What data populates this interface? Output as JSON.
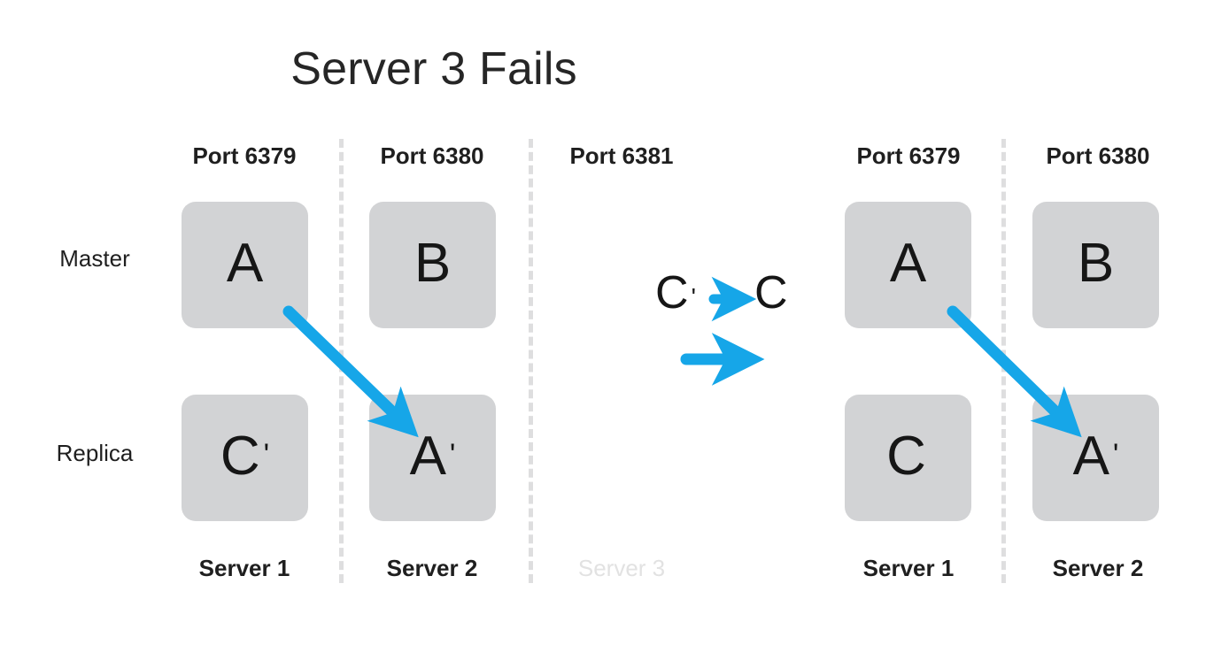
{
  "title": "Server 3 Fails",
  "colors": {
    "arrow_blue": "#16A6E8",
    "node_grey": "#D2D3D5",
    "divider_grey": "#DEDEDF",
    "text_dark": "#1F1F1F",
    "failed_grey": "#E2E2E2",
    "background": "#FFFFFF"
  },
  "row_labels": {
    "master": "Master",
    "replica": "Replica"
  },
  "before": {
    "columns": [
      {
        "port": "Port 6379",
        "server": "Server 1",
        "failed": false,
        "master": {
          "letter": "A",
          "prime": ""
        },
        "replica": {
          "letter": "C",
          "prime": "'"
        }
      },
      {
        "port": "Port 6380",
        "server": "Server 2",
        "failed": false,
        "master": {
          "letter": "B",
          "prime": ""
        },
        "replica": {
          "letter": "A",
          "prime": "'"
        }
      },
      {
        "port": "Port 6381",
        "server": "Server 3",
        "failed": true,
        "master": null,
        "replica": null
      }
    ]
  },
  "transition": {
    "from": {
      "letter": "C",
      "prime": "'"
    },
    "to": {
      "letter": "C",
      "prime": ""
    },
    "promote_arrow_label": "arrow-right",
    "flow_arrow_label": "arrow-right-large"
  },
  "after": {
    "columns": [
      {
        "port": "Port 6379",
        "server": "Server 1",
        "failed": false,
        "master": {
          "letter": "A",
          "prime": ""
        },
        "replica": {
          "letter": "C",
          "prime": ""
        }
      },
      {
        "port": "Port 6380",
        "server": "Server 2",
        "failed": false,
        "master": {
          "letter": "B",
          "prime": ""
        },
        "replica": {
          "letter": "A",
          "prime": "'"
        }
      }
    ]
  },
  "replication_arrows": [
    {
      "name": "replication-arrow-left",
      "from": "before.columns.0.master",
      "to": "before.columns.1.replica"
    },
    {
      "name": "replication-arrow-right",
      "from": "after.columns.0.master",
      "to": "after.columns.1.replica"
    }
  ]
}
